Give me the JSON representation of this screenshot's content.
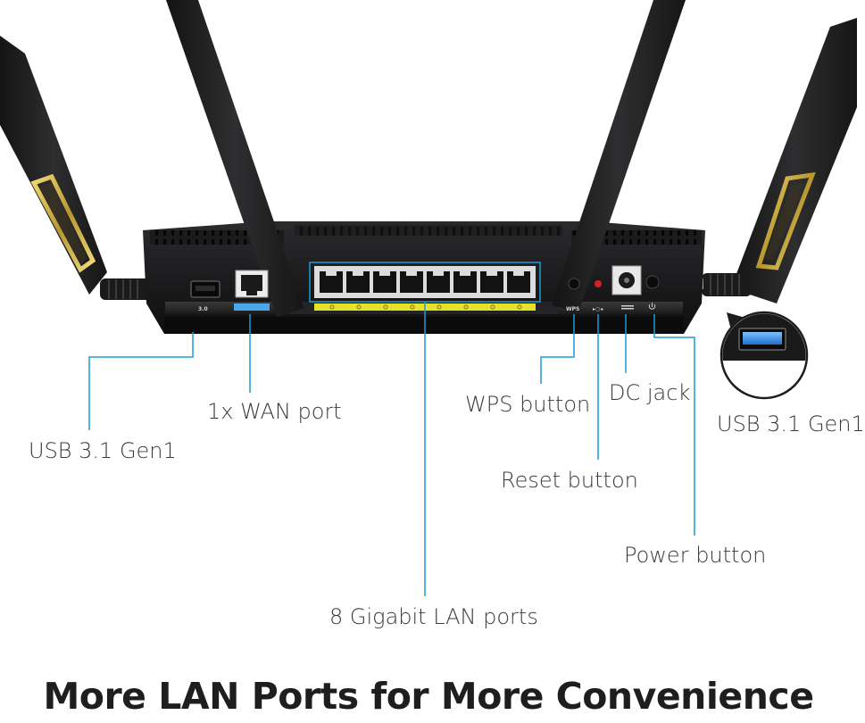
{
  "title": "More LAN Ports for More Convenience",
  "callouts": {
    "usb_left": "USB 3.1 Gen1",
    "wan": "1x WAN port",
    "lan": "8 Gigabit LAN ports",
    "wps": "WPS button",
    "dc": "DC jack",
    "reset": "Reset button",
    "power": "Power button",
    "usb_right": "USB 3.1 Gen1"
  },
  "panel_labels": {
    "usb": "3.0",
    "wps": "WPS",
    "reset": "▸○◂"
  },
  "colors": {
    "leader_line": "#1e9bd7",
    "router_body": "#1d1d1f",
    "accent_gold": "#c9a93a",
    "lan_strip": "#e6e22a",
    "wan_strip": "#4aa8e8",
    "reset_red": "#d32020",
    "usb_blue": "#2f8fe0"
  },
  "icons": [
    "usb-port",
    "ethernet-port",
    "power-icon",
    "dc-jack",
    "antenna"
  ]
}
